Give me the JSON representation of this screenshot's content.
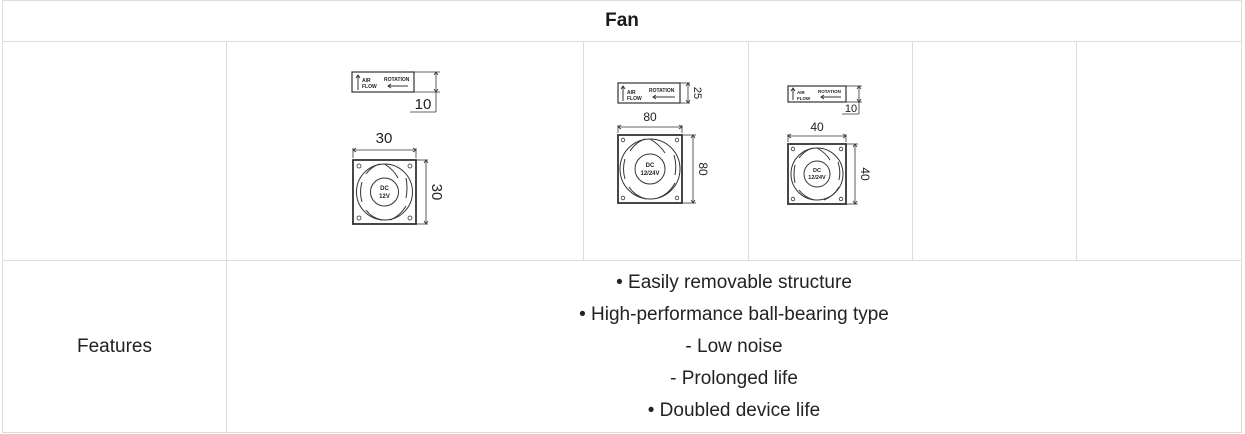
{
  "header": {
    "title": "Fan"
  },
  "fans": [
    {
      "thickness_label": "10",
      "width_label": "30",
      "height_label": "30",
      "hub_line1": "DC",
      "hub_line2": "12V",
      "airflow_label_1": "AIR",
      "airflow_label_2": "FLOW",
      "rotation_label": "ROTATION"
    },
    {
      "thickness_label": "25",
      "width_label": "80",
      "height_label": "80",
      "hub_line1": "DC",
      "hub_line2": "12/24V",
      "airflow_label_1": "AIR",
      "airflow_label_2": "FLOW",
      "rotation_label": "ROTATION"
    },
    {
      "thickness_label": "10",
      "width_label": "40",
      "height_label": "40",
      "hub_line1": "DC",
      "hub_line2": "12/24V",
      "airflow_label_1": "AIR",
      "airflow_label_2": "FLOW",
      "rotation_label": "ROTATION"
    }
  ],
  "features": {
    "label": "Features",
    "items": [
      "• Easily removable structure",
      "• High-performance ball-bearing type",
      "- Low noise",
      "- Prolonged life",
      "• Doubled device life"
    ]
  }
}
